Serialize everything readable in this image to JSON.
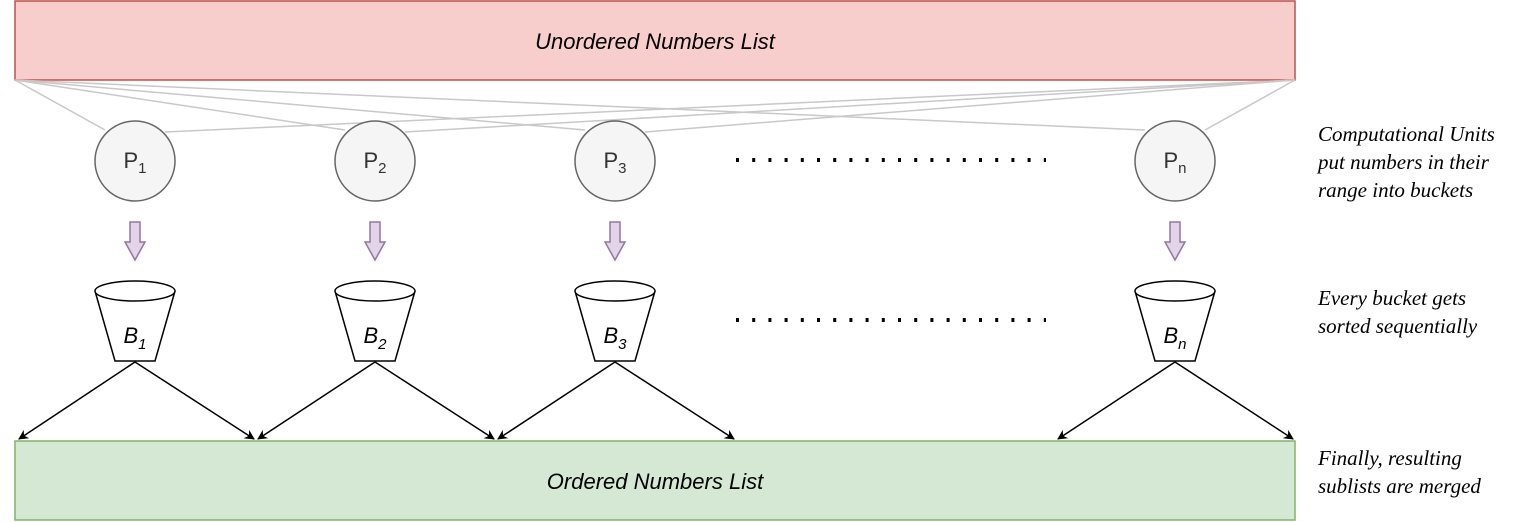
{
  "top_box": {
    "label": "Unordered Numbers List",
    "fill": "#f8cecc",
    "stroke": "#b85450"
  },
  "bottom_box": {
    "label": "Ordered Numbers List",
    "fill": "#d5e8d4",
    "stroke": "#82b366"
  },
  "processors": [
    {
      "base": "P",
      "sub": "1"
    },
    {
      "base": "P",
      "sub": "2"
    },
    {
      "base": "P",
      "sub": "3"
    },
    {
      "base": "P",
      "sub": "n"
    }
  ],
  "buckets": [
    {
      "base": "B",
      "sub": "1"
    },
    {
      "base": "B",
      "sub": "2"
    },
    {
      "base": "B",
      "sub": "3"
    },
    {
      "base": "B",
      "sub": "n"
    }
  ],
  "notes": {
    "processors": [
      "Computational Units",
      "put numbers in their",
      "range into buckets"
    ],
    "buckets": [
      "Every bucket gets",
      "sorted sequentially"
    ],
    "merge": [
      "Finally, resulting",
      "sublists are merged"
    ]
  },
  "colors": {
    "processor_fill": "#f5f5f5",
    "processor_stroke": "#666666",
    "down_arrow_fill": "#e1d5e7",
    "down_arrow_stroke": "#9673a6",
    "fan_lines": "#c8c8c8"
  }
}
